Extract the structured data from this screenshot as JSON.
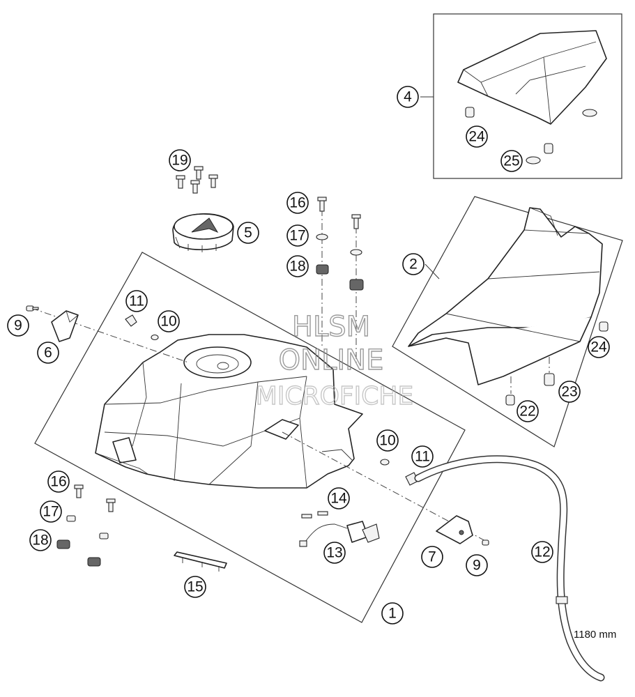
{
  "watermark": {
    "line1": "HLSM",
    "line2": "ONLINE",
    "line3": "MICROFICHE"
  },
  "hose_length_label": "1180 mm",
  "callouts": [
    {
      "id": "c4",
      "text": "4"
    },
    {
      "id": "c24a",
      "text": "24"
    },
    {
      "id": "c25",
      "text": "25"
    },
    {
      "id": "c19",
      "text": "19"
    },
    {
      "id": "c5",
      "text": "5"
    },
    {
      "id": "c16a",
      "text": "16"
    },
    {
      "id": "c17a",
      "text": "17"
    },
    {
      "id": "c18a",
      "text": "18"
    },
    {
      "id": "c2",
      "text": "2"
    },
    {
      "id": "c11a",
      "text": "11"
    },
    {
      "id": "c10a",
      "text": "10"
    },
    {
      "id": "c9a",
      "text": "9"
    },
    {
      "id": "c6",
      "text": "6"
    },
    {
      "id": "c24b",
      "text": "24"
    },
    {
      "id": "c23",
      "text": "23"
    },
    {
      "id": "c22",
      "text": "22"
    },
    {
      "id": "c10b",
      "text": "10"
    },
    {
      "id": "c11b",
      "text": "11"
    },
    {
      "id": "c16b",
      "text": "16"
    },
    {
      "id": "c17b",
      "text": "17"
    },
    {
      "id": "c18b",
      "text": "18"
    },
    {
      "id": "c14",
      "text": "14"
    },
    {
      "id": "c13",
      "text": "13"
    },
    {
      "id": "c7",
      "text": "7"
    },
    {
      "id": "c9b",
      "text": "9"
    },
    {
      "id": "c12",
      "text": "12"
    },
    {
      "id": "c15",
      "text": "15"
    },
    {
      "id": "c1",
      "text": "1"
    }
  ]
}
